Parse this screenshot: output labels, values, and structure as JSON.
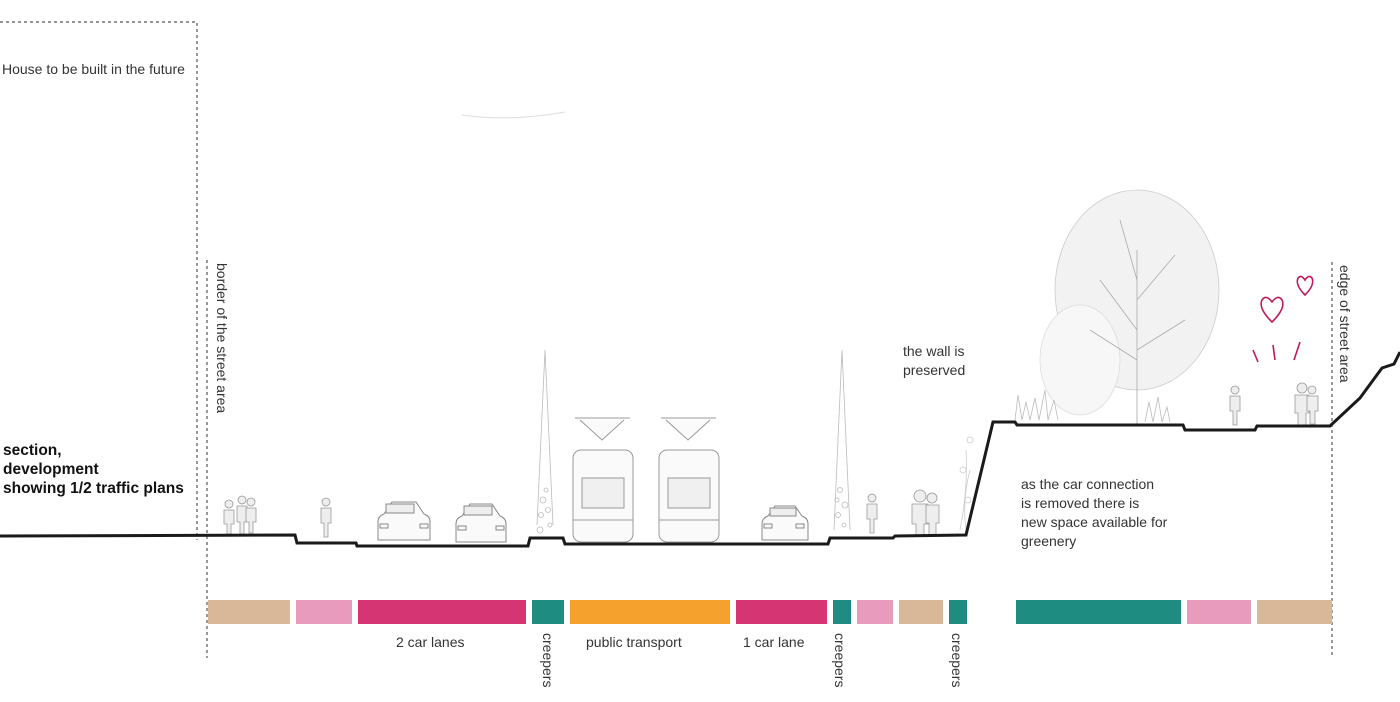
{
  "title": "section,\ndevelopment\nshowing 1/2 traffic plans",
  "labels": {
    "house_future": "House to be built in the future",
    "border_street": "border of the street area",
    "edge_street": "edge of street area",
    "wall": "the wall is\npreserved",
    "car_connection": "as the car connection\nis removed there is\nnew space available for\ngreenery",
    "car_lanes_2": "2 car lanes",
    "public_transport": "public transport",
    "car_lane_1": "1 car lane",
    "creepers_1": "creepers",
    "creepers_2": "creepers",
    "creepers_3": "creepers"
  },
  "colors": {
    "sidewalk": "#d9b89a",
    "bike": "#e89bbd",
    "car": "#d63574",
    "creepers": "#1f8c82",
    "transit": "#f5a12e",
    "green": "#1f8c82",
    "heart": "#c2185b",
    "ground": "#1a1a1a"
  },
  "icons": [
    "person-icon",
    "car-icon",
    "tram-icon",
    "tree-icon",
    "heart-icon",
    "creeper-plant-icon"
  ]
}
